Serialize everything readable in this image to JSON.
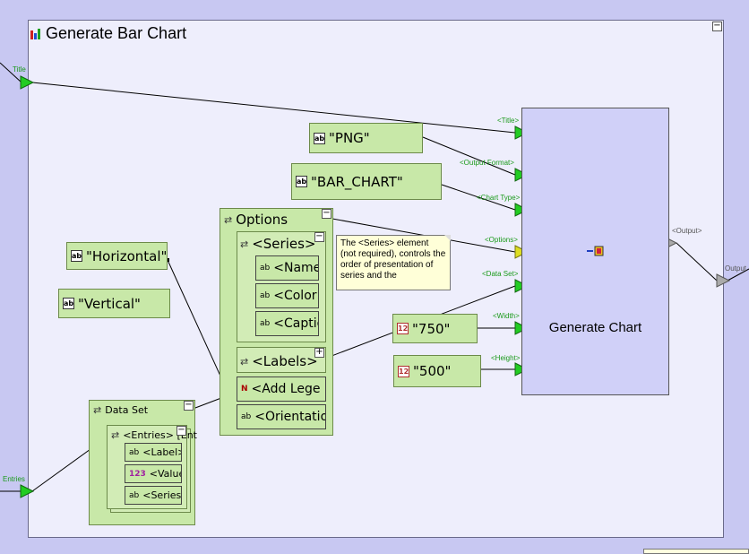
{
  "diagram": {
    "title": "Generate Bar Chart",
    "outer_ports": {
      "title_in": "Title",
      "entries_in": "Entries",
      "output_out": "Output"
    },
    "constants": {
      "png": "\"PNG\"",
      "bar_chart": "\"BAR_CHART\"",
      "horizontal": "\"Horizontal\"",
      "vertical": "\"Vertical\"",
      "width_750": "\"750\"",
      "height_500": "\"500\""
    },
    "options": {
      "title": "Options",
      "series": {
        "title": "<Series>",
        "fields": [
          "<Name",
          "<Color>",
          "<Captio"
        ]
      },
      "labels": "<Labels>",
      "add_legend": "<Add Lege",
      "orientation": "<Orientatio"
    },
    "dataset": {
      "title": "Data Set",
      "entries": "<Entries> [Ent",
      "fields": [
        "<Label> [",
        "<Value>",
        "<Series>"
      ]
    },
    "generate_chart": {
      "label": "Generate Chart",
      "inputs": [
        "<Title>",
        "<Output Format>",
        "<Chart Type>",
        "<Options>",
        "<Data Set>",
        "<Width>",
        "<Height>"
      ],
      "output": "<Output>"
    },
    "note": "The <Series> element (not required), controls the order of presentation of series and the",
    "colors": {
      "canvas": "#eeeefc",
      "node": "#c8e8a8",
      "chart_node": "#d0d0f8",
      "port_green": "#22cc22",
      "port_yellow": "#dddd22",
      "port_gray": "#aaaaaa"
    }
  }
}
